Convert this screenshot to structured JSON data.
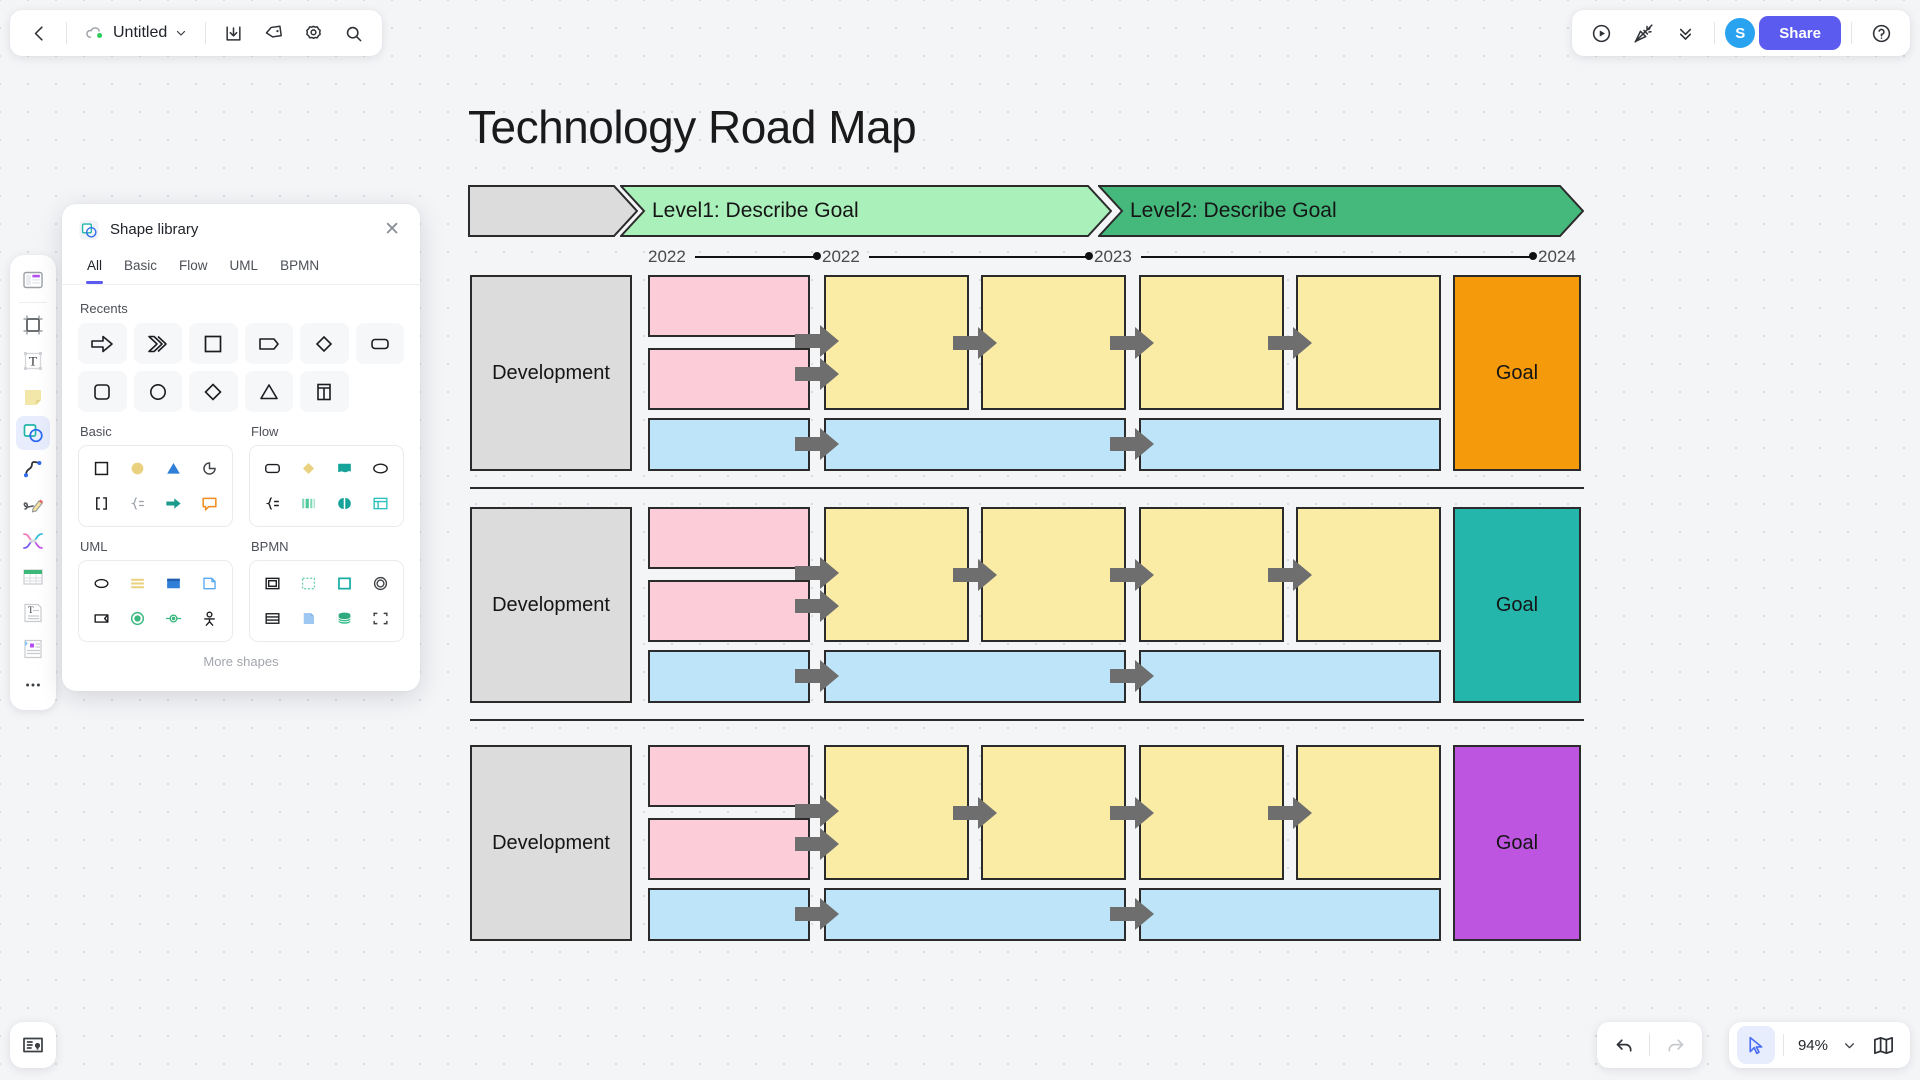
{
  "app": {
    "document_title": "Untitled",
    "zoom_level": "94%",
    "share_label": "Share",
    "avatar_initial": "S"
  },
  "topbar_left": [
    {
      "name": "back-icon",
      "label": "Back"
    },
    {
      "name": "cloud-status-icon",
      "label": "Saved to cloud"
    },
    {
      "name": "document-title",
      "label": "Untitled"
    },
    {
      "name": "chevron-down-icon",
      "label": "Document menu"
    },
    {
      "name": "download-icon",
      "label": "Download"
    },
    {
      "name": "tag-icon",
      "label": "Tags"
    },
    {
      "name": "gear-icon",
      "label": "Settings"
    },
    {
      "name": "search-icon",
      "label": "Search"
    }
  ],
  "topbar_right": [
    {
      "name": "present-icon",
      "label": "Present"
    },
    {
      "name": "celebrate-icon",
      "label": "Celebrate"
    },
    {
      "name": "double-chevron-down-icon",
      "label": "More"
    },
    {
      "name": "avatar",
      "label": "S"
    },
    {
      "name": "share-button",
      "label": "Share"
    },
    {
      "name": "help-icon",
      "label": "Help"
    }
  ],
  "tool_rail": [
    {
      "name": "template-icon",
      "label": "Templates"
    },
    {
      "name": "frame-icon",
      "label": "Frame"
    },
    {
      "name": "text-box-icon",
      "label": "Text box"
    },
    {
      "name": "sticky-note-icon",
      "label": "Sticky note"
    },
    {
      "name": "shapes-icon",
      "label": "Shapes",
      "active": true
    },
    {
      "name": "connector-icon",
      "label": "Connector"
    },
    {
      "name": "pen-icon",
      "label": "Pen"
    },
    {
      "name": "mindmap-icon",
      "label": "Mind map"
    },
    {
      "name": "table-icon",
      "label": "Table"
    },
    {
      "name": "text-doc-icon",
      "label": "Text"
    },
    {
      "name": "card-icon",
      "label": "Card"
    },
    {
      "name": "more-tools-icon",
      "label": "More"
    }
  ],
  "bottom_bar": {
    "tips_label": "Tips",
    "undo_label": "Undo",
    "redo_label": "Redo",
    "cursor_label": "Select",
    "zoom_value": "94%",
    "zoom_chevron": "Zoom options",
    "pages_label": "Pages"
  },
  "shape_library": {
    "title": "Shape library",
    "close_label": "Close",
    "tabs": [
      {
        "label": "All",
        "active": true
      },
      {
        "label": "Basic",
        "active": false
      },
      {
        "label": "Flow",
        "active": false
      },
      {
        "label": "UML",
        "active": false
      },
      {
        "label": "BPMN",
        "active": false
      }
    ],
    "recents_title": "Recents",
    "recents": [
      "block-arrow-icon",
      "chevron-arrow-icon",
      "square-icon",
      "tag-shape-icon",
      "diamond-icon",
      "rounded-rect-icon",
      "rounded-square-icon",
      "circle-icon",
      "rhombus-icon",
      "triangle-icon",
      "column-shape-icon"
    ],
    "more_shapes_label": "More shapes",
    "groups": [
      {
        "title": "Basic",
        "shapes": [
          "square-icon",
          "circle-filled-icon",
          "triangle-filled-icon",
          "arc-icon",
          "brackets-icon",
          "brace-list-icon",
          "arrow-filled-icon",
          "callout-icon"
        ]
      },
      {
        "title": "Flow",
        "shapes": [
          "rounded-rect-icon",
          "diamond-filled-icon",
          "document-filled-icon",
          "ellipse-icon",
          "brace-equals-icon",
          "bars-icon",
          "split-circle-icon",
          "table-shape-icon"
        ]
      },
      {
        "title": "UML",
        "shapes": [
          "ellipse-icon",
          "layers-icon",
          "window-icon",
          "note-page-icon",
          "frame-icon",
          "target-circle-icon",
          "port-icon",
          "actor-icon"
        ]
      },
      {
        "title": "BPMN",
        "shapes": [
          "subprocess-icon",
          "dashed-box-icon",
          "task-icon",
          "end-event-icon",
          "list-box-icon",
          "data-object-icon",
          "data-store-icon",
          "marker-box-icon"
        ]
      }
    ]
  },
  "diagram": {
    "title": "Technology Road Map",
    "banner": [
      {
        "label": "",
        "color": "#dcdcdc",
        "kind": "start"
      },
      {
        "label": "Level1: Describe Goal",
        "color": "#aaf0ba",
        "kind": "mid"
      },
      {
        "label": "Level2: Describe Goal",
        "color": "#45b97c",
        "kind": "mid"
      }
    ],
    "timeline": [
      {
        "label": "2022",
        "dot": false
      },
      {
        "label": "2022",
        "dot": true
      },
      {
        "label": "2023",
        "dot": true
      },
      {
        "label": "2024",
        "dot": true
      }
    ],
    "colors": {
      "lane_label": "#dcdcdc",
      "pink": "#fcccd8",
      "yellow": "#faeba5",
      "blue": "#bde4f8",
      "arrow": "#6e6e6e",
      "goal_1": "#f49a0b",
      "goal_2": "#25b6ab",
      "goal_3": "#bd55e0"
    },
    "rows": [
      {
        "lane_label": "Development",
        "goal_label": "Goal",
        "goal_color": "#f49a0b"
      },
      {
        "lane_label": "Development",
        "goal_label": "Goal",
        "goal_color": "#25b6ab"
      },
      {
        "lane_label": "Development",
        "goal_label": "Goal",
        "goal_color": "#bd55e0"
      }
    ]
  }
}
